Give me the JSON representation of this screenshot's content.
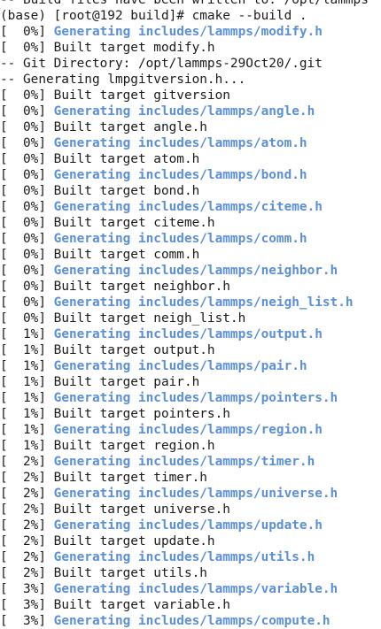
{
  "terminal": {
    "lines": [
      {
        "text": "-- Build files have been written to: /opt/lammps",
        "style": "plain"
      },
      {
        "text": "(base) [root@192 build]# cmake --build .",
        "style": "plain"
      },
      {
        "prefix": "[  0%] ",
        "text": "Generating includes/lammps/modify.h",
        "style": "gen"
      },
      {
        "prefix": "[  0%] ",
        "text": "Built target modify.h",
        "style": "plain"
      },
      {
        "text": "-- Git Directory: /opt/lammps-29Oct20/.git",
        "style": "plain"
      },
      {
        "text": "-- Generating lmpgitversion.h...",
        "style": "plain"
      },
      {
        "prefix": "[  0%] ",
        "text": "Built target gitversion",
        "style": "plain"
      },
      {
        "prefix": "[  0%] ",
        "text": "Generating includes/lammps/angle.h",
        "style": "gen"
      },
      {
        "prefix": "[  0%] ",
        "text": "Built target angle.h",
        "style": "plain"
      },
      {
        "prefix": "[  0%] ",
        "text": "Generating includes/lammps/atom.h",
        "style": "gen"
      },
      {
        "prefix": "[  0%] ",
        "text": "Built target atom.h",
        "style": "plain"
      },
      {
        "prefix": "[  0%] ",
        "text": "Generating includes/lammps/bond.h",
        "style": "gen"
      },
      {
        "prefix": "[  0%] ",
        "text": "Built target bond.h",
        "style": "plain"
      },
      {
        "prefix": "[  0%] ",
        "text": "Generating includes/lammps/citeme.h",
        "style": "gen"
      },
      {
        "prefix": "[  0%] ",
        "text": "Built target citeme.h",
        "style": "plain"
      },
      {
        "prefix": "[  0%] ",
        "text": "Generating includes/lammps/comm.h",
        "style": "gen"
      },
      {
        "prefix": "[  0%] ",
        "text": "Built target comm.h",
        "style": "plain"
      },
      {
        "prefix": "[  0%] ",
        "text": "Generating includes/lammps/neighbor.h",
        "style": "gen"
      },
      {
        "prefix": "[  0%] ",
        "text": "Built target neighbor.h",
        "style": "plain"
      },
      {
        "prefix": "[  0%] ",
        "text": "Generating includes/lammps/neigh_list.h",
        "style": "gen"
      },
      {
        "prefix": "[  0%] ",
        "text": "Built target neigh_list.h",
        "style": "plain"
      },
      {
        "prefix": "[  1%] ",
        "text": "Generating includes/lammps/output.h",
        "style": "gen"
      },
      {
        "prefix": "[  1%] ",
        "text": "Built target output.h",
        "style": "plain"
      },
      {
        "prefix": "[  1%] ",
        "text": "Generating includes/lammps/pair.h",
        "style": "gen"
      },
      {
        "prefix": "[  1%] ",
        "text": "Built target pair.h",
        "style": "plain"
      },
      {
        "prefix": "[  1%] ",
        "text": "Generating includes/lammps/pointers.h",
        "style": "gen"
      },
      {
        "prefix": "[  1%] ",
        "text": "Built target pointers.h",
        "style": "plain"
      },
      {
        "prefix": "[  1%] ",
        "text": "Generating includes/lammps/region.h",
        "style": "gen"
      },
      {
        "prefix": "[  1%] ",
        "text": "Built target region.h",
        "style": "plain"
      },
      {
        "prefix": "[  2%] ",
        "text": "Generating includes/lammps/timer.h",
        "style": "gen"
      },
      {
        "prefix": "[  2%] ",
        "text": "Built target timer.h",
        "style": "plain"
      },
      {
        "prefix": "[  2%] ",
        "text": "Generating includes/lammps/universe.h",
        "style": "gen"
      },
      {
        "prefix": "[  2%] ",
        "text": "Built target universe.h",
        "style": "plain"
      },
      {
        "prefix": "[  2%] ",
        "text": "Generating includes/lammps/update.h",
        "style": "gen"
      },
      {
        "prefix": "[  2%] ",
        "text": "Built target update.h",
        "style": "plain"
      },
      {
        "prefix": "[  2%] ",
        "text": "Generating includes/lammps/utils.h",
        "style": "gen"
      },
      {
        "prefix": "[  2%] ",
        "text": "Built target utils.h",
        "style": "plain"
      },
      {
        "prefix": "[  3%] ",
        "text": "Generating includes/lammps/variable.h",
        "style": "gen"
      },
      {
        "prefix": "[  3%] ",
        "text": "Built target variable.h",
        "style": "plain"
      },
      {
        "prefix": "[  3%] ",
        "text": "Generating includes/lammps/compute.h",
        "style": "gen"
      }
    ]
  }
}
